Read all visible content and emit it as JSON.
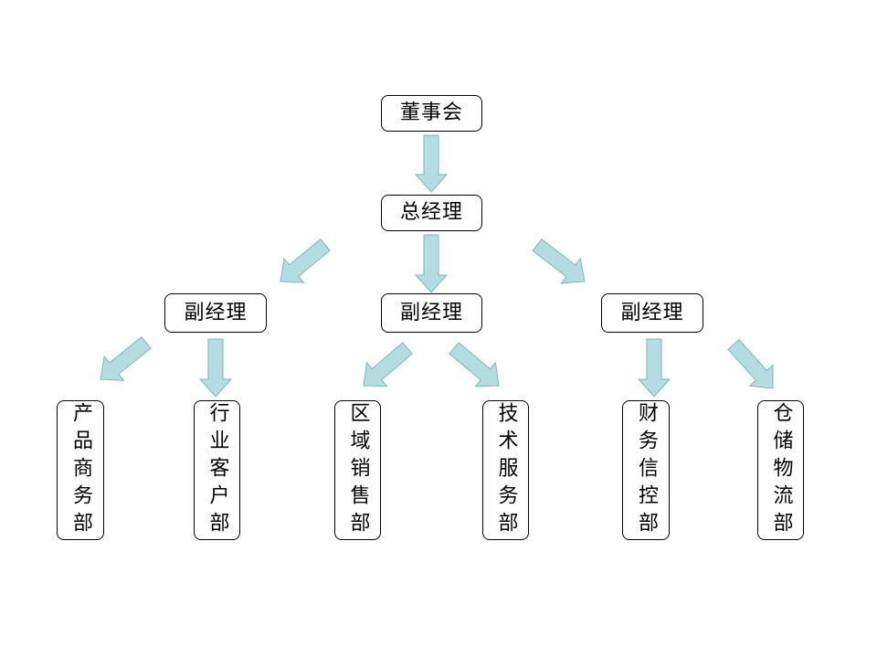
{
  "chart": {
    "board": "董事会",
    "general_manager": "总经理",
    "vice_left": "副经理",
    "vice_center": "副经理",
    "vice_right": "副经理",
    "departments": [
      "产品商务部",
      "行业客户部",
      "区域销售部",
      "技术服务部",
      "财务信控部",
      "仓储物流部"
    ]
  },
  "colors": {
    "arrow_fill": "#b3dde0",
    "arrow_stroke": "#7fb5ba",
    "box_border": "#000000"
  }
}
